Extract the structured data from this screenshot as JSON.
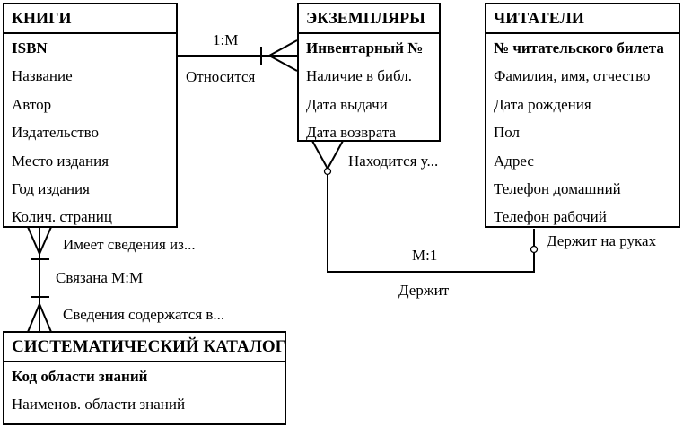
{
  "entities": {
    "books": {
      "title": "КНИГИ",
      "attributes": [
        "ISBN",
        "Название",
        "Автор",
        "Издательство",
        "Место издания",
        "Год издания",
        "Колич. страниц"
      ]
    },
    "copies": {
      "title": "ЭКЗЕМПЛЯРЫ",
      "attributes": [
        "Инвентарный №",
        "Наличие в библ.",
        "Дата выдачи",
        "Дата возврата"
      ]
    },
    "readers": {
      "title": "ЧИТАТЕЛИ",
      "attributes": [
        "№ читательского билета",
        "Фамилия, имя, отчество",
        "Дата рождения",
        "Пол",
        "Адрес",
        "Телефон домашний",
        "Телефон рабочий"
      ]
    },
    "catalog": {
      "title": "СИСТЕМАТИЧЕСКИЙ КАТАЛОГ",
      "attributes": [
        "Код области знаний",
        "Наименов. области знаний"
      ]
    }
  },
  "relationships": {
    "books_copies": {
      "cardinality": "1:M",
      "label": "Относится"
    },
    "copies_readers": {
      "cardinality": "M:1",
      "label": "Держит",
      "copies_side": "Находится у...",
      "readers_side": "Держит на руках"
    },
    "books_catalog": {
      "label": "Связана M:M",
      "books_side": "Имеет сведения из...",
      "catalog_side": "Сведения содержатся в..."
    }
  }
}
